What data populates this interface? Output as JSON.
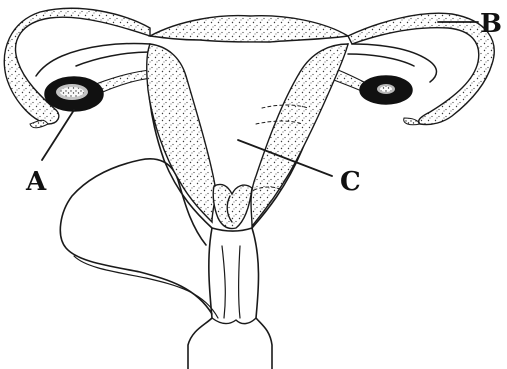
{
  "labels": {
    "a": "A",
    "b": "B",
    "c": "C"
  },
  "colors": {
    "ink": "#1a1a1a",
    "background": "#ffffff",
    "stipple": "#3a3a3a",
    "ovary": "#111111"
  }
}
